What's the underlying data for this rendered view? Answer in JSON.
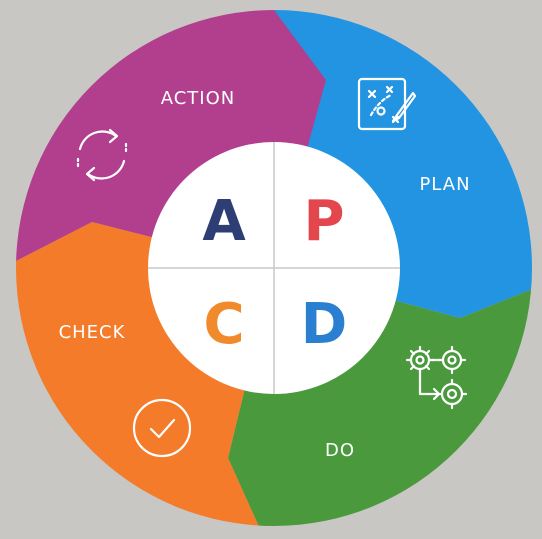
{
  "diagram": {
    "segments": {
      "action": {
        "label": "ACTION",
        "icon": "cycle-arrows-icon",
        "color": "#b23f8e"
      },
      "plan": {
        "label": "PLAN",
        "icon": "strategy-board-icon",
        "color": "#2394e2"
      },
      "do": {
        "label": "DO",
        "icon": "gears-process-icon",
        "color": "#4a9a3d"
      },
      "check": {
        "label": "CHECK",
        "icon": "checkmark-circle-icon",
        "color": "#f47b2a"
      }
    },
    "center": {
      "letters": [
        {
          "text": "A",
          "color": "#2c3e74"
        },
        {
          "text": "P",
          "color": "#e3474d"
        },
        {
          "text": "C",
          "color": "#f08a2a"
        },
        {
          "text": "D",
          "color": "#2a7fd0"
        }
      ]
    }
  }
}
